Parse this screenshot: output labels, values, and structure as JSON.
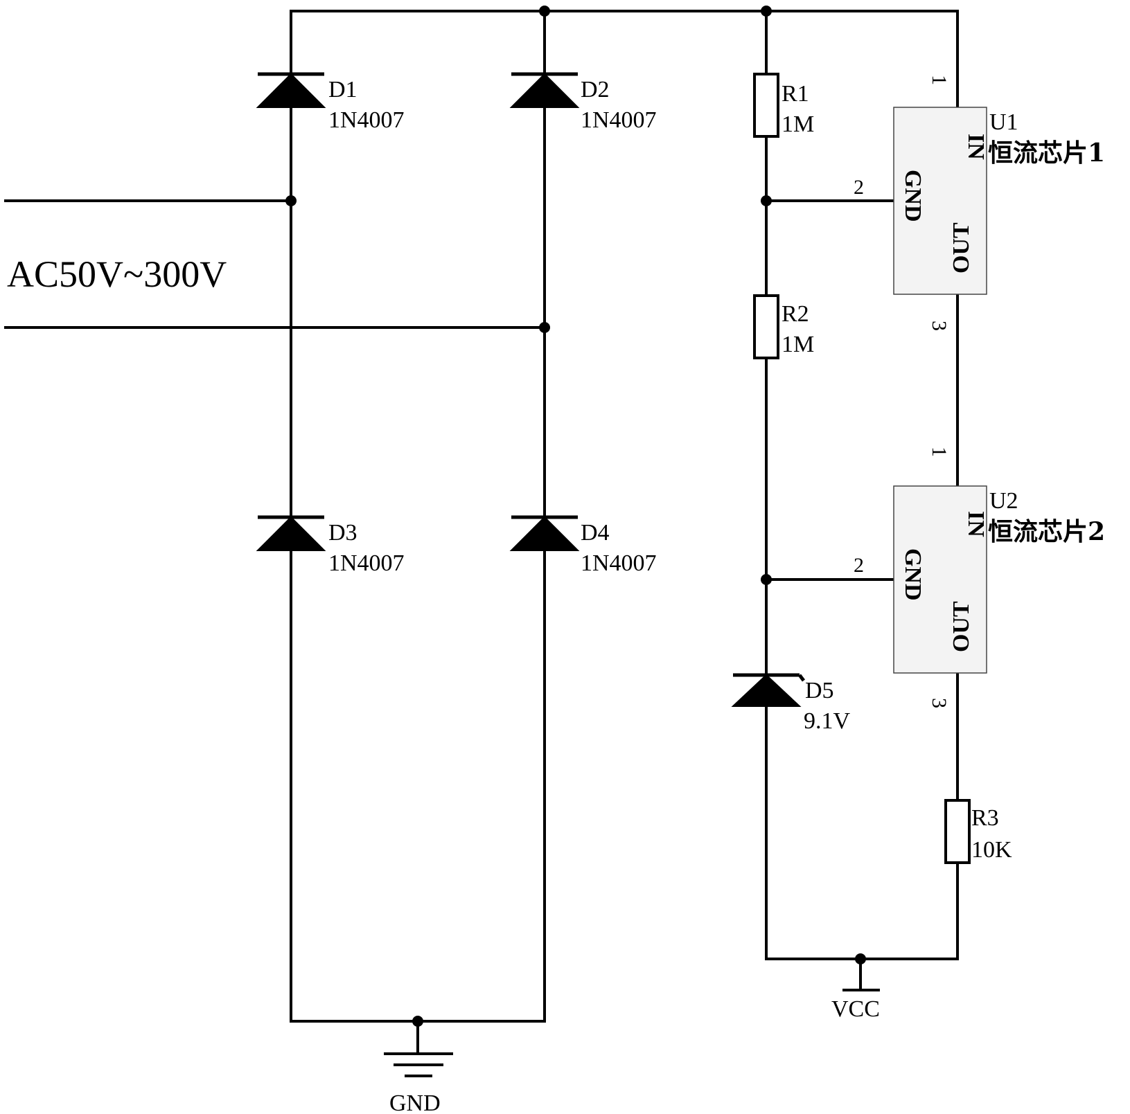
{
  "input": {
    "label": "AC50V~300V"
  },
  "diodes": [
    {
      "ref": "D1",
      "value": "1N4007"
    },
    {
      "ref": "D2",
      "value": "1N4007"
    },
    {
      "ref": "D3",
      "value": "1N4007"
    },
    {
      "ref": "D4",
      "value": "1N4007"
    },
    {
      "ref": "D5",
      "value": "9.1V"
    }
  ],
  "resistors": [
    {
      "ref": "R1",
      "value": "1M"
    },
    {
      "ref": "R2",
      "value": "1M"
    },
    {
      "ref": "R3",
      "value": "10K"
    }
  ],
  "chips": [
    {
      "ref": "U1",
      "name": "恒流芯片1",
      "pin_in": "IN",
      "pin_gnd": "GND",
      "pin_out": "OUT",
      "pin1": "1",
      "pin2": "2",
      "pin3": "3"
    },
    {
      "ref": "U2",
      "name": "恒流芯片2",
      "pin_in": "IN",
      "pin_gnd": "GND",
      "pin_out": "OUT",
      "pin1": "1",
      "pin2": "2",
      "pin3": "3"
    }
  ],
  "power": {
    "gnd_label": "GND",
    "vcc_label": "VCC"
  }
}
